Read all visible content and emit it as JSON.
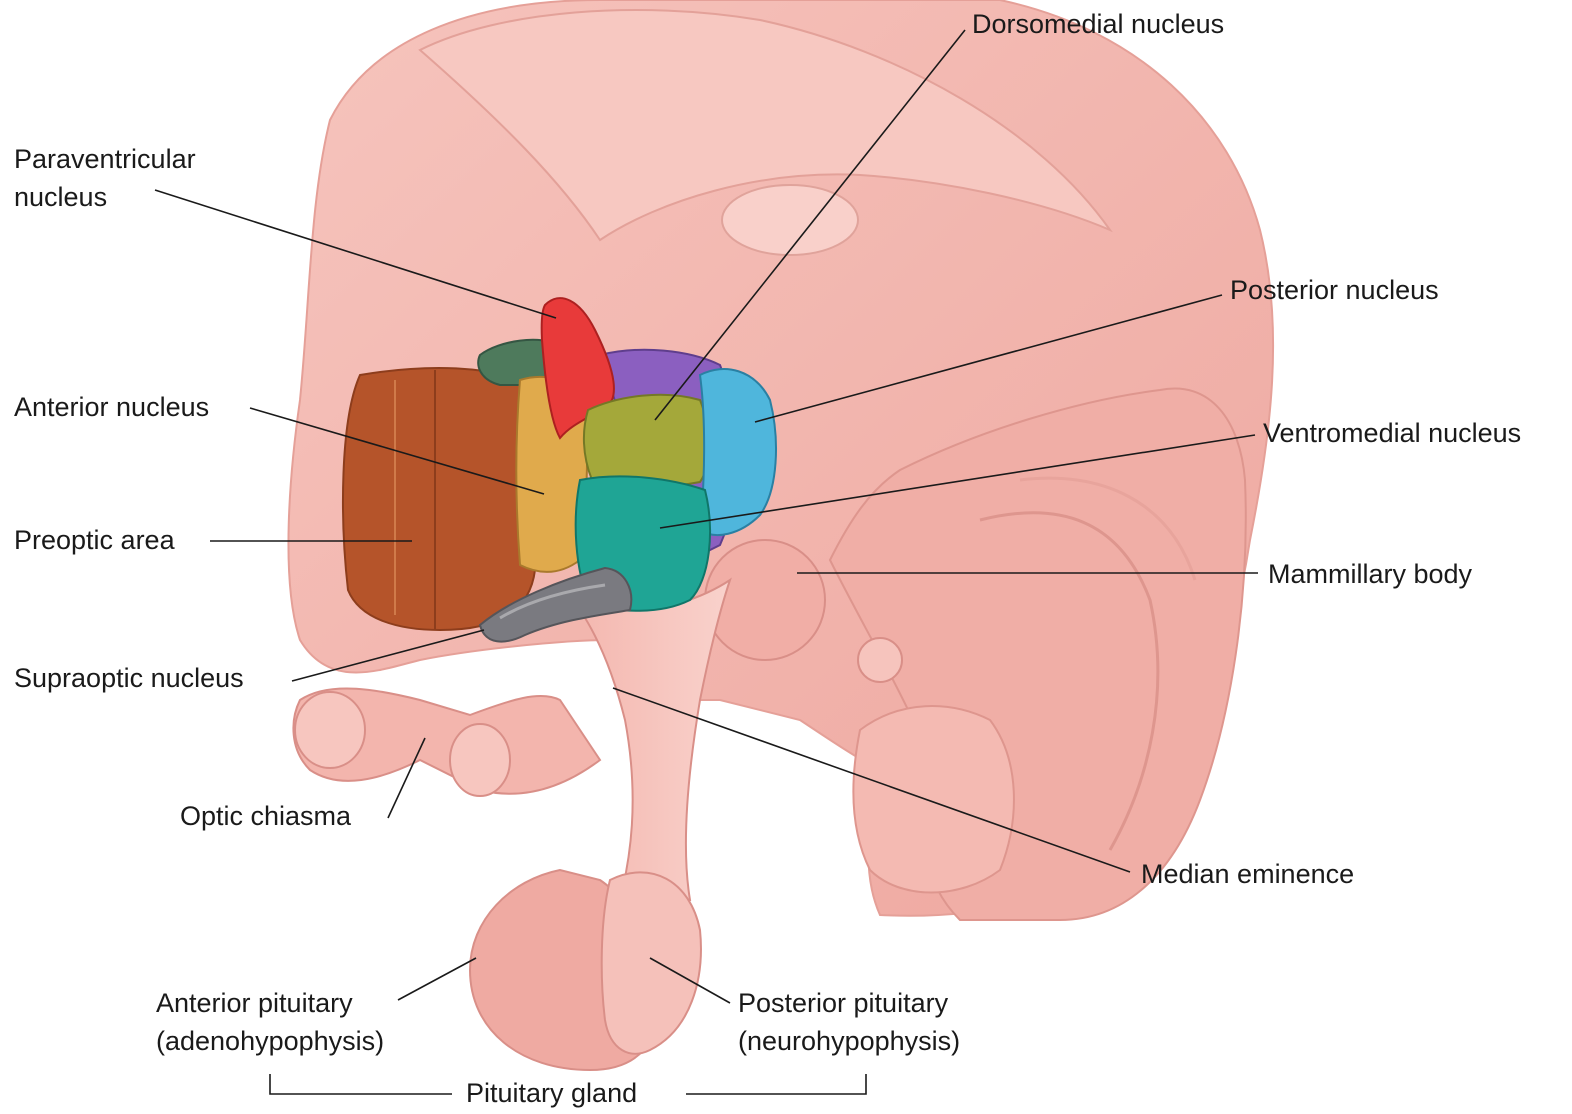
{
  "labels": {
    "dorsomedial": "Dorsomedial nucleus",
    "paraventricular_1": "Paraventricular",
    "paraventricular_2": "nucleus",
    "posterior": "Posterior nucleus",
    "anterior": "Anterior nucleus",
    "ventromedial": "Ventromedial nucleus",
    "preoptic": "Preoptic area",
    "mammillary": "Mammillary body",
    "supraoptic": "Supraoptic nucleus",
    "optic_chiasma": "Optic chiasma",
    "median_eminence": "Median eminence",
    "anterior_pituitary_1": "Anterior pituitary",
    "anterior_pituitary_2": "(adenohypophysis)",
    "posterior_pituitary_1": "Posterior pituitary",
    "posterior_pituitary_2": "(neurohypophysis)",
    "pituitary_gland": "Pituitary gland"
  },
  "colors": {
    "tissue": "#f2b3ad",
    "tissue_light": "#f8cdc7",
    "tissue_dark": "#d98f88",
    "preoptic": "#b5542a",
    "anterior": "#e0aa4c",
    "paraventricular": "#e83a3a",
    "dorsomedial": "#a4a83a",
    "posterior": "#4fb6dc",
    "ventromedial": "#1fa595",
    "supraoptic": "#7a7a80",
    "dark_green": "#4e7a5c",
    "purple": "#8b5fc0"
  }
}
